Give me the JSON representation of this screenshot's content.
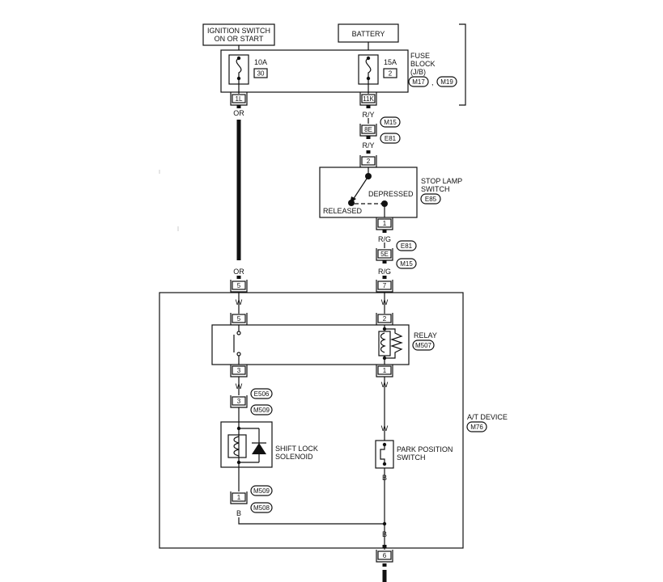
{
  "labels": {
    "ignition": [
      "IGNITION SWITCH",
      "ON OR START"
    ],
    "battery": "BATTERY",
    "fuse_block": [
      "FUSE",
      "BLOCK",
      "(J/B)"
    ],
    "fuse_block_connectors": [
      "M17",
      ",",
      "M19"
    ],
    "fuse_left_amp": "10A",
    "fuse_left_num": "30",
    "fuse_right_amp": "15A",
    "fuse_right_num": "2",
    "term_1L": "1L",
    "term_11K": "11K",
    "stop_lamp": [
      "STOP LAMP",
      "SWITCH"
    ],
    "stop_lamp_conn": "E85",
    "depressed": "DEPRESSED",
    "released": "RELEASED",
    "relay": "RELAY",
    "relay_conn": "M507",
    "shift_lock": [
      "SHIFT LOCK",
      "SOLENOID"
    ],
    "park_position": [
      "PARK POSITION",
      "SWITCH"
    ],
    "at_device": "A/T DEVICE",
    "at_device_conn": "M76"
  },
  "wire_colors": {
    "or": "OR",
    "ry": "R/Y",
    "rg": "R/G",
    "w": "W",
    "b": "B"
  },
  "connectors": {
    "c8E": "8E",
    "c8E_top": "M15",
    "c8E_bot": "E81",
    "c5E": "5E",
    "c5E_top": "E81",
    "c5E_bot": "M15",
    "c3": "3",
    "c3_top": "E506",
    "c3_bot": "M509",
    "c1": "1",
    "c1_top": "M509",
    "c1_bot": "M508"
  },
  "pins": {
    "stop_top": "2",
    "stop_bot": "1",
    "at_left_in": "5",
    "at_right_in": "7",
    "relay_left_top": "5",
    "relay_right_top": "2",
    "relay_left_bot": "3",
    "relay_right_bot": "1",
    "bottom": "6"
  }
}
